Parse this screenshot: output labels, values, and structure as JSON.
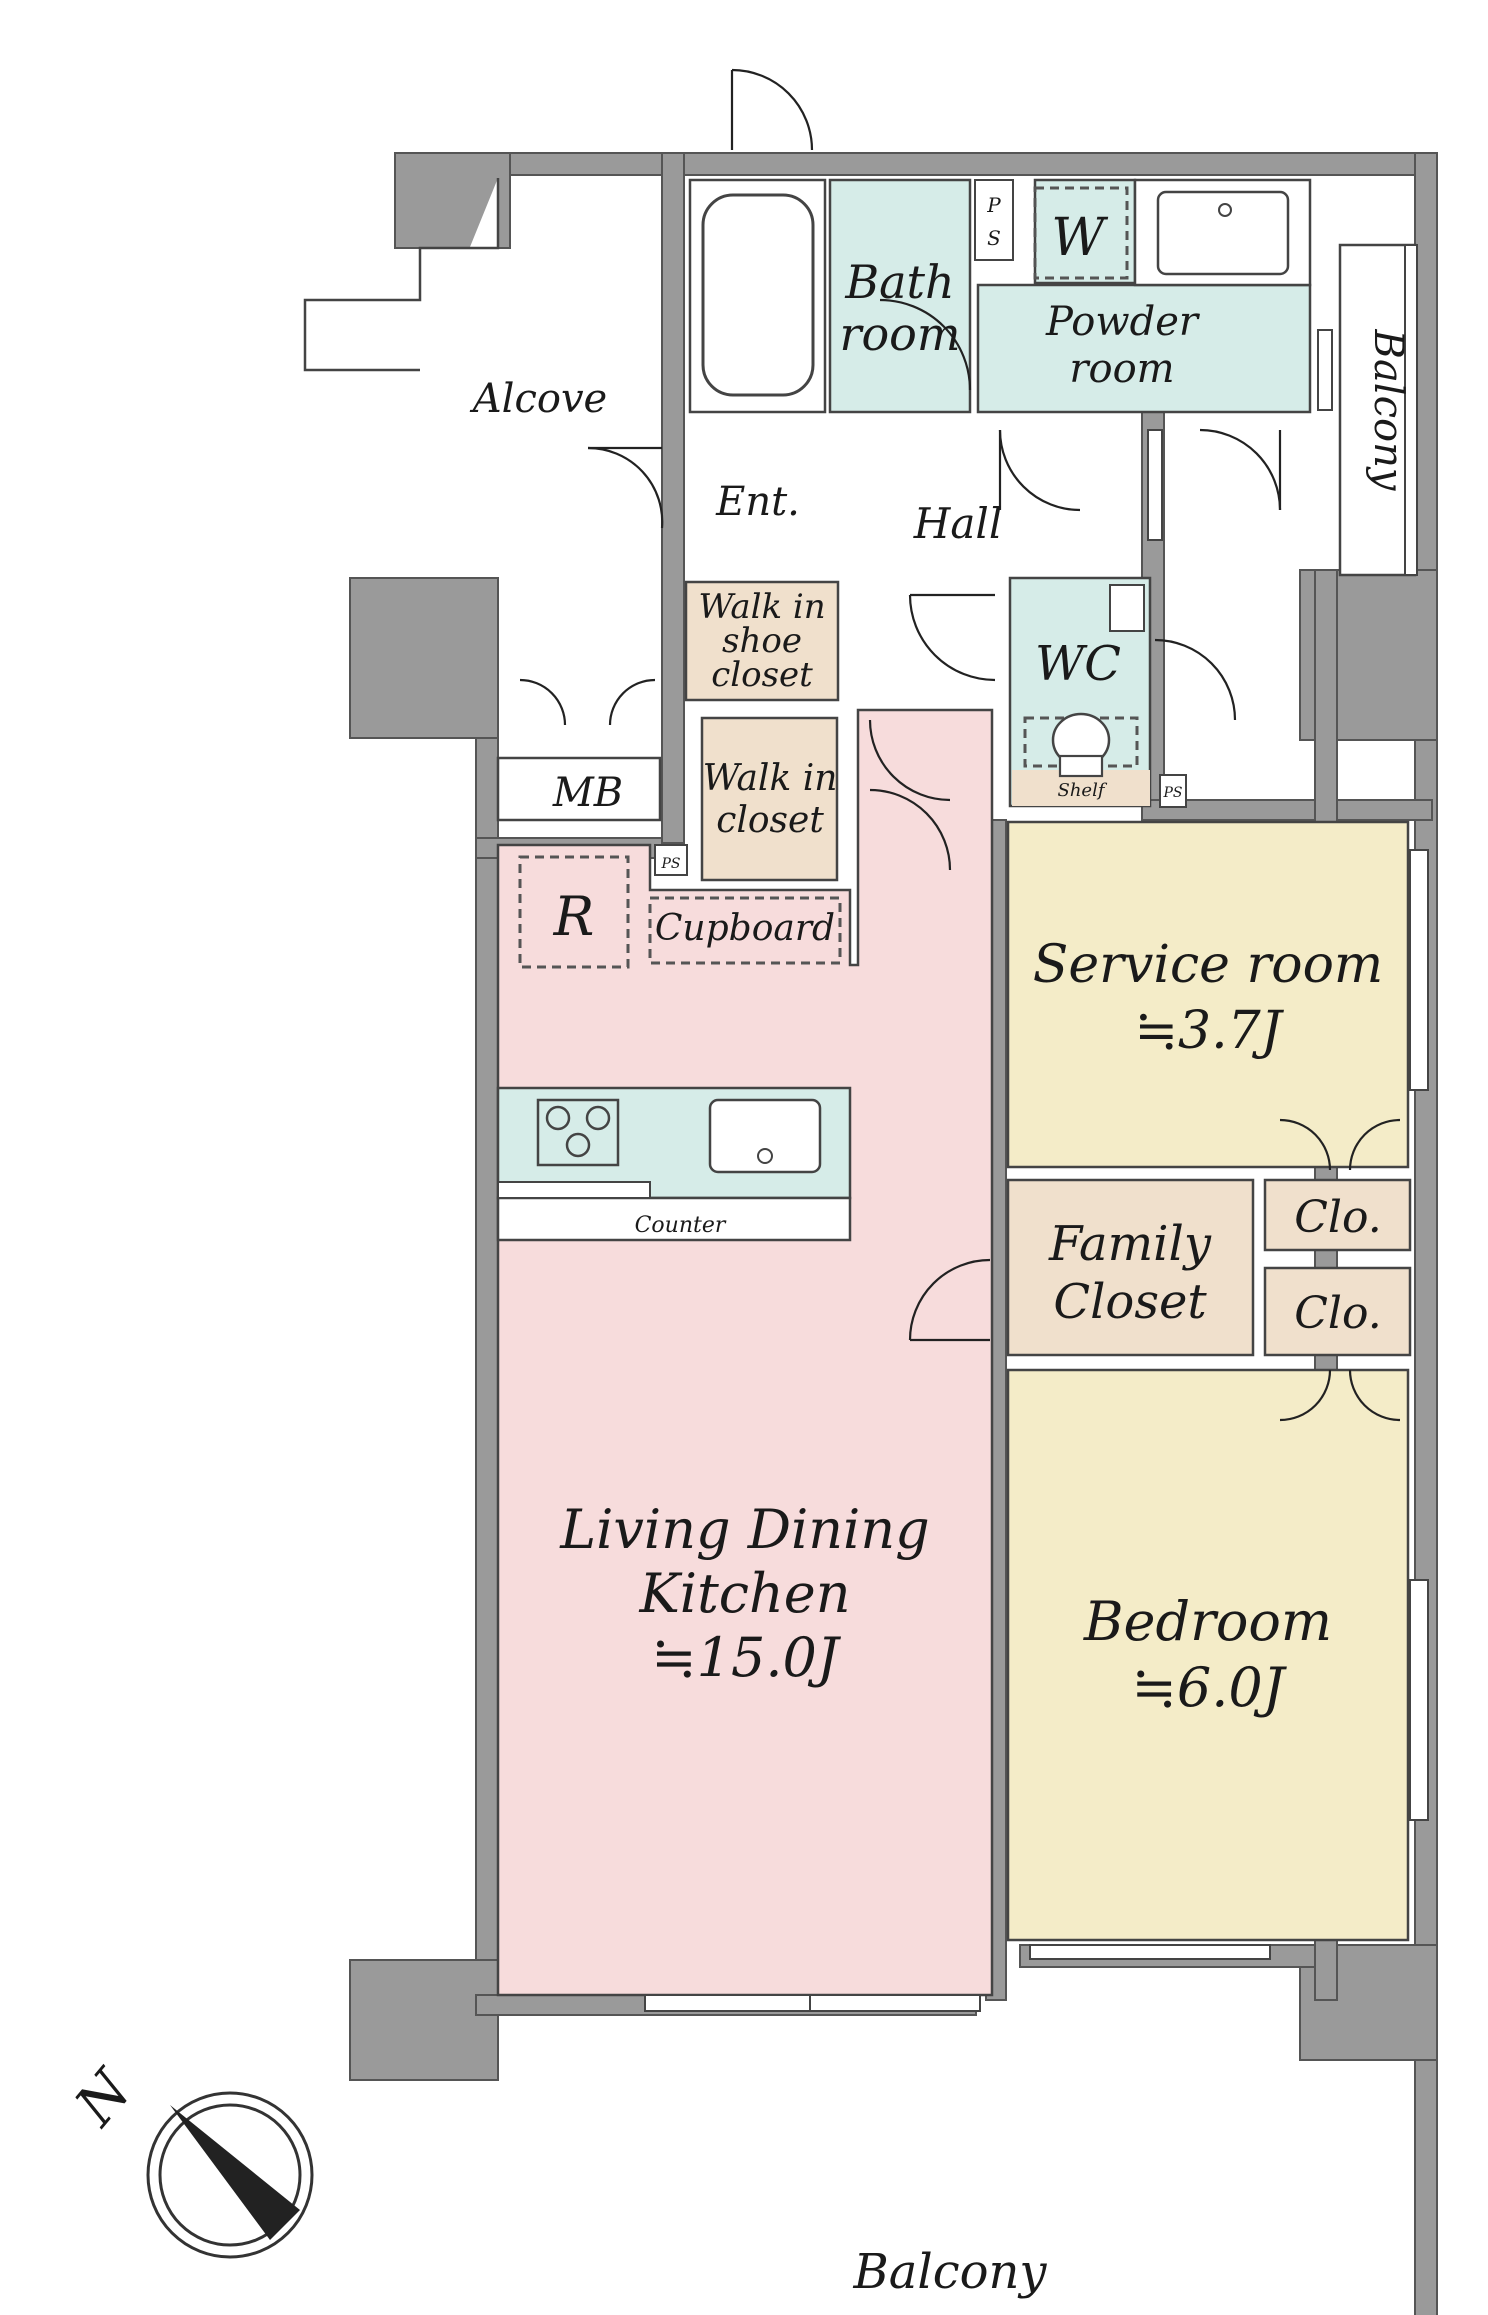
{
  "rooms": {
    "alcove": "Alcove",
    "bath_line1": "Bath",
    "bath_line2": "room",
    "powder_line1": "Powder",
    "powder_line2": "room",
    "w": "W",
    "ps_top_p": "P",
    "ps_top_s": "S",
    "balcony_side": "Balcony",
    "entrance": "Ent.",
    "hall": "Hall",
    "shoe_line1": "Walk in",
    "shoe_line2": "shoe",
    "shoe_line3": "closet",
    "wc": "WC",
    "shelf": "Shelf",
    "ps_wc": "PS",
    "mb": "MB",
    "wic_line1": "Walk in",
    "wic_line2": "closet",
    "ps_kitchen": "PS",
    "r": "R",
    "cupboard": "Cupboard",
    "service_name": "Service room",
    "service_size": "≒3.7J",
    "counter": "Counter",
    "clo1": "Clo.",
    "clo2": "Clo.",
    "family_line1": "Family",
    "family_line2": "Closet",
    "ldk_line1": "Living Dining",
    "ldk_line2": "Kitchen",
    "ldk_size": "≒15.0J",
    "bedroom_name": "Bedroom",
    "bedroom_size": "≒6.0J",
    "balcony_main": "Balcony",
    "north": "N"
  },
  "colors": {
    "ldk": "#f7dcdc",
    "bedroom": "#f4ecc8",
    "closet": "#f0e0cc",
    "wet": "#d6ece8",
    "wall": "#9a9a9a"
  }
}
